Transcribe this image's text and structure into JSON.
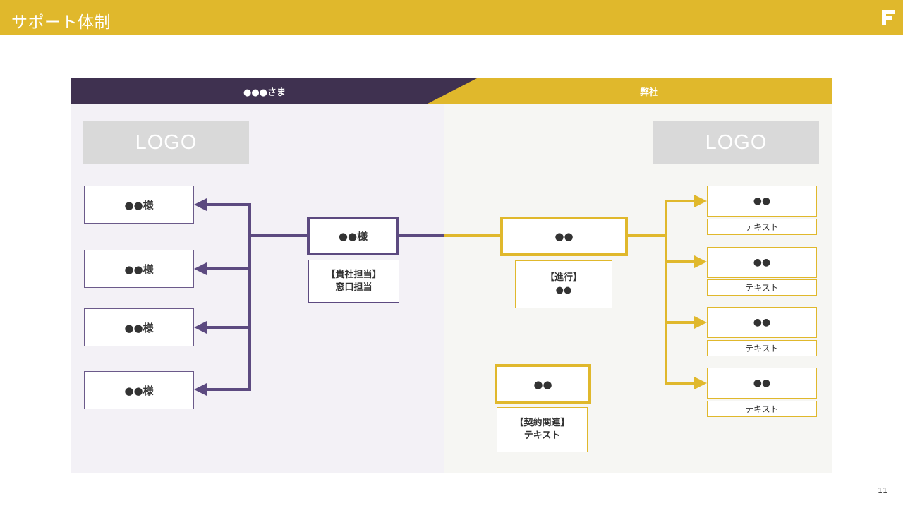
{
  "header": {
    "title": "サポート体制",
    "brand_logo_icon": "f-brand-logo-icon",
    "bar_color": "#E0B82C"
  },
  "columns": {
    "left_title": "●●●さま",
    "right_title": "弊社",
    "left_color": "#3F3150",
    "right_color": "#E0B82C"
  },
  "logos": {
    "left": "LOGO",
    "right": "LOGO"
  },
  "client": {
    "members": [
      "●●様",
      "●●様",
      "●●様",
      "●●様"
    ],
    "main_label": "●●様",
    "note_line1": "【貴社担当】",
    "note_line2": "窓口担当"
  },
  "company": {
    "main_label": "●●",
    "progress_line1": "【進行】",
    "progress_line2": "●●",
    "contract_label": "●●",
    "contract_line1": "【契約関連】",
    "contract_line2": "テキスト",
    "staff": [
      {
        "label": "●●",
        "caption": "テキスト"
      },
      {
        "label": "●●",
        "caption": "テキスト"
      },
      {
        "label": "●●",
        "caption": "テキスト"
      },
      {
        "label": "●●",
        "caption": "テキスト"
      }
    ]
  },
  "page_number": "11"
}
